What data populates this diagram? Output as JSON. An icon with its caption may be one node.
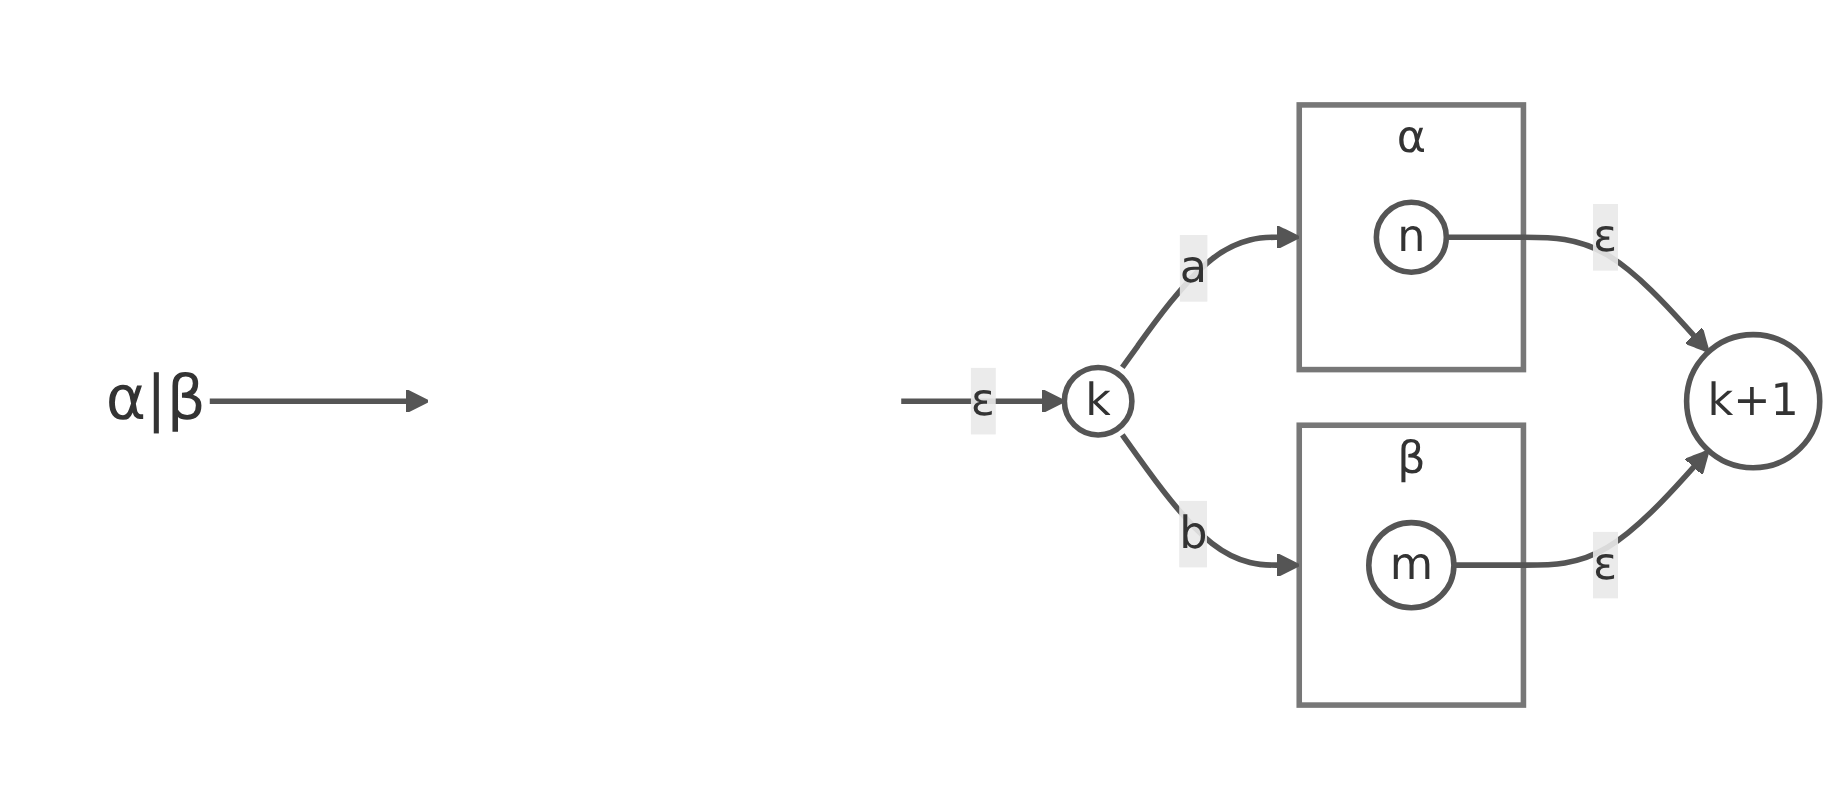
{
  "diagram": {
    "nodes": [
      {
        "text": [
          "α|β"
        ]
      },
      {
        "text": [
          "k"
        ]
      },
      {
        "text": [
          "α"
        ]
      },
      {
        "text": [
          "n"
        ],
        "in": 2
      },
      {
        "text": [
          "β"
        ]
      },
      {
        "text": [
          "m"
        ],
        "in": 4
      },
      {
        "text": [
          "k+1"
        ]
      }
    ],
    "edges": [
      {
        "from": 0,
        "to": null,
        "arrow": "to"
      },
      {
        "from": null,
        "to": 1,
        "label": "ε",
        "arrow": "to"
      },
      {
        "from": 1,
        "to": 2,
        "label": "a",
        "arrow": "to"
      },
      {
        "from": 3,
        "to": 6,
        "label": "ε",
        "arrow": "to"
      },
      {
        "from": 1,
        "to": 4,
        "label": "b",
        "arrow": "to"
      },
      {
        "from": 5,
        "to": 6,
        "label": "ε",
        "arrow": "to"
      }
    ]
  }
}
